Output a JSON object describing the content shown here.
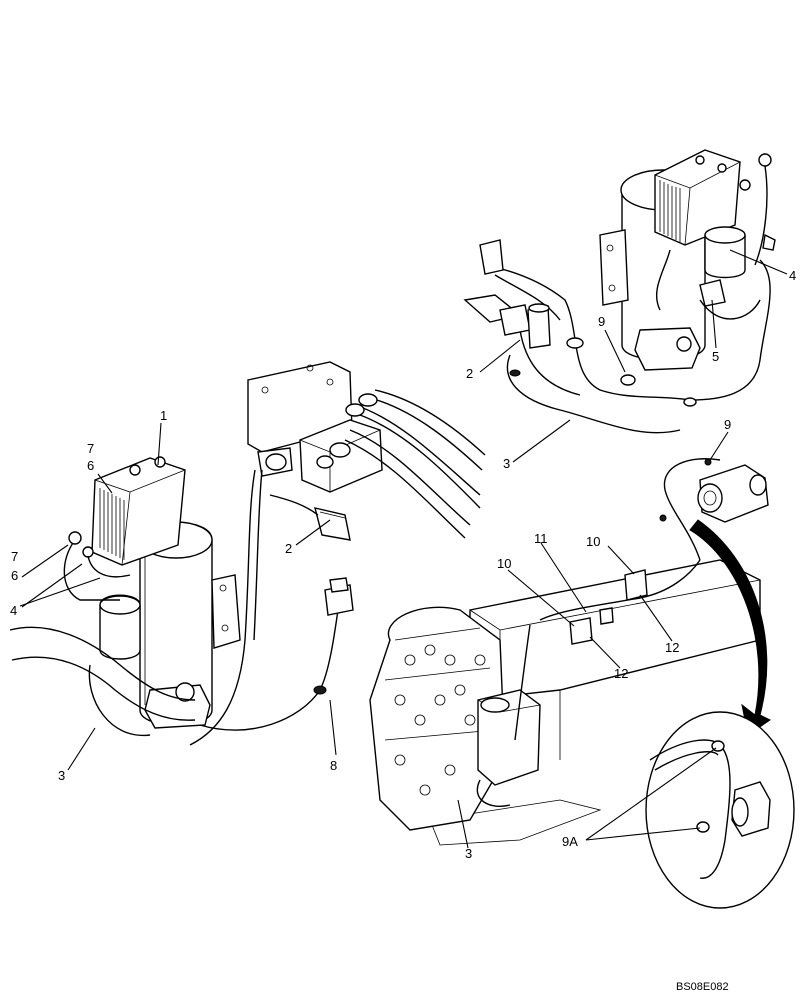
{
  "figure_code": "BS08E082",
  "callouts": {
    "left_1": "1",
    "left_7": "7",
    "left_6": "6",
    "left_7b": "7",
    "left_6b": "6",
    "left_4": "4",
    "left_3": "3",
    "left_2": "2",
    "left_8": "8",
    "top_4": "4",
    "top_5": "5",
    "top_9": "9",
    "top_2": "2",
    "top_3": "3",
    "mid_9": "9",
    "mid_11": "11",
    "mid_10a": "10",
    "mid_10b": "10",
    "mid_12a": "12",
    "mid_12b": "12",
    "bottom_3": "3",
    "detail_9a": "9A"
  }
}
